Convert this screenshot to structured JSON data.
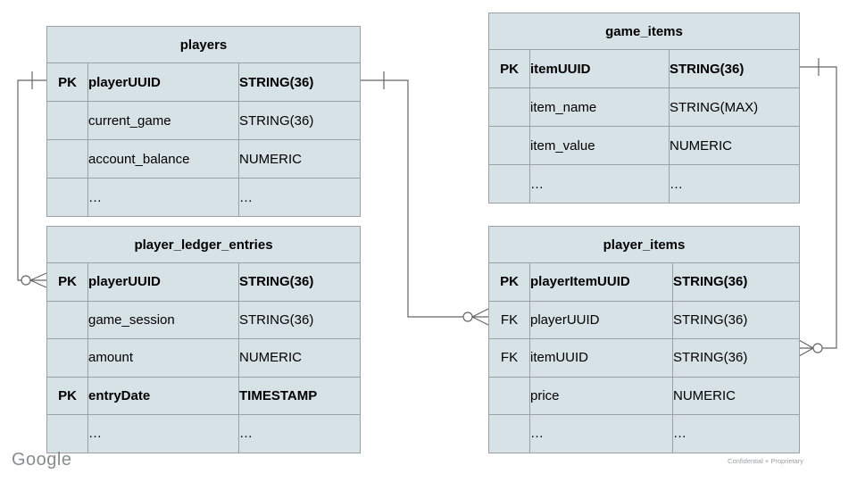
{
  "diagram": {
    "tables": [
      {
        "id": "players",
        "title": "players",
        "rows": [
          {
            "key": "PK",
            "name": "playerUUID",
            "type": "STRING(36)"
          },
          {
            "key": "",
            "name": "current_game",
            "type": "STRING(36)"
          },
          {
            "key": "",
            "name": "account_balance",
            "type": "NUMERIC"
          },
          {
            "key": "",
            "name": "…",
            "type": "…"
          }
        ]
      },
      {
        "id": "game_items",
        "title": "game_items",
        "rows": [
          {
            "key": "PK",
            "name": "itemUUID",
            "type": "STRING(36)"
          },
          {
            "key": "",
            "name": "item_name",
            "type": "STRING(MAX)"
          },
          {
            "key": "",
            "name": "item_value",
            "type": "NUMERIC"
          },
          {
            "key": "",
            "name": "…",
            "type": "…"
          }
        ]
      },
      {
        "id": "player_ledger_entries",
        "title": "player_ledger_entries",
        "rows": [
          {
            "key": "PK",
            "name": "playerUUID",
            "type": "STRING(36)"
          },
          {
            "key": "",
            "name": "game_session",
            "type": "STRING(36)"
          },
          {
            "key": "",
            "name": "amount",
            "type": "NUMERIC"
          },
          {
            "key": "PK",
            "name": "entryDate",
            "type": "TIMESTAMP"
          },
          {
            "key": "",
            "name": "…",
            "type": "…"
          }
        ]
      },
      {
        "id": "player_items",
        "title": "player_items",
        "rows": [
          {
            "key": "PK",
            "name": "playerItemUUID",
            "type": "STRING(36)"
          },
          {
            "key": "FK",
            "name": "playerUUID",
            "type": "STRING(36)"
          },
          {
            "key": "FK",
            "name": "itemUUID",
            "type": "STRING(36)"
          },
          {
            "key": "",
            "name": "price",
            "type": "NUMERIC"
          },
          {
            "key": "",
            "name": "…",
            "type": "…"
          }
        ]
      }
    ],
    "relationships": [
      {
        "from": "players.playerUUID",
        "to": "player_ledger_entries.playerUUID",
        "from_cardinality": "one",
        "to_cardinality": "zero-or-many"
      },
      {
        "from": "players.playerUUID",
        "to": "player_items.playerUUID",
        "from_cardinality": "one",
        "to_cardinality": "zero-or-many"
      },
      {
        "from": "game_items.itemUUID",
        "to": "player_items.itemUUID",
        "from_cardinality": "one",
        "to_cardinality": "zero-or-many"
      }
    ]
  },
  "footer": {
    "brand": "Google",
    "confidentiality": "Confidential + Proprietary"
  },
  "colors": {
    "cell_fill": "#d7e2e6",
    "table_border": "#9aa0a4",
    "connector": "#666666",
    "footer_gray": "#878c8f"
  }
}
